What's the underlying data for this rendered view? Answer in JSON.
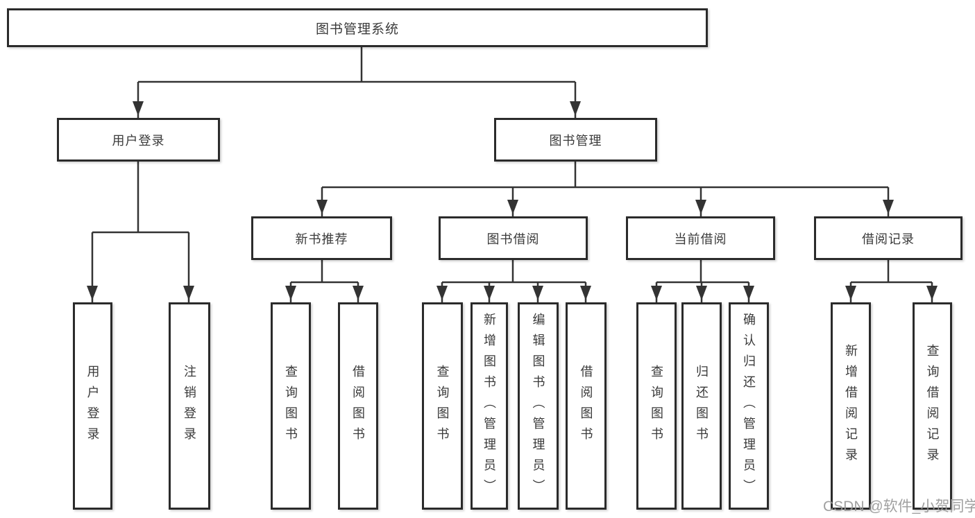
{
  "diagram": {
    "title": "图书管理系统",
    "watermark": "CSDN @软件_小贺同学",
    "colors": {
      "background": "#ffffff",
      "box_border": "#2b2b2b",
      "line": "#333333",
      "text": "#3a3a3a",
      "watermark": "#989898"
    },
    "tree": {
      "root": {
        "label": "图书管理系统"
      },
      "branches": [
        {
          "label": "用户登录",
          "children": [
            {
              "label": "用户登录"
            },
            {
              "label": "注销登录"
            }
          ]
        },
        {
          "label": "图书管理",
          "children": [
            {
              "label": "新书推荐",
              "children": [
                {
                  "label": "查询图书"
                },
                {
                  "label": "借阅图书"
                }
              ]
            },
            {
              "label": "图书借阅",
              "children": [
                {
                  "label": "查询图书"
                },
                {
                  "label": "新增图书（管理员）"
                },
                {
                  "label": "编辑图书（管理员）"
                },
                {
                  "label": "借阅图书"
                }
              ]
            },
            {
              "label": "当前借阅",
              "children": [
                {
                  "label": "查询图书"
                },
                {
                  "label": "归还图书"
                },
                {
                  "label": "确认归还（管理员）"
                }
              ]
            },
            {
              "label": "借阅记录",
              "children": [
                {
                  "label": "新增借阅记录"
                },
                {
                  "label": "查询借阅记录"
                }
              ]
            }
          ]
        }
      ]
    }
  }
}
